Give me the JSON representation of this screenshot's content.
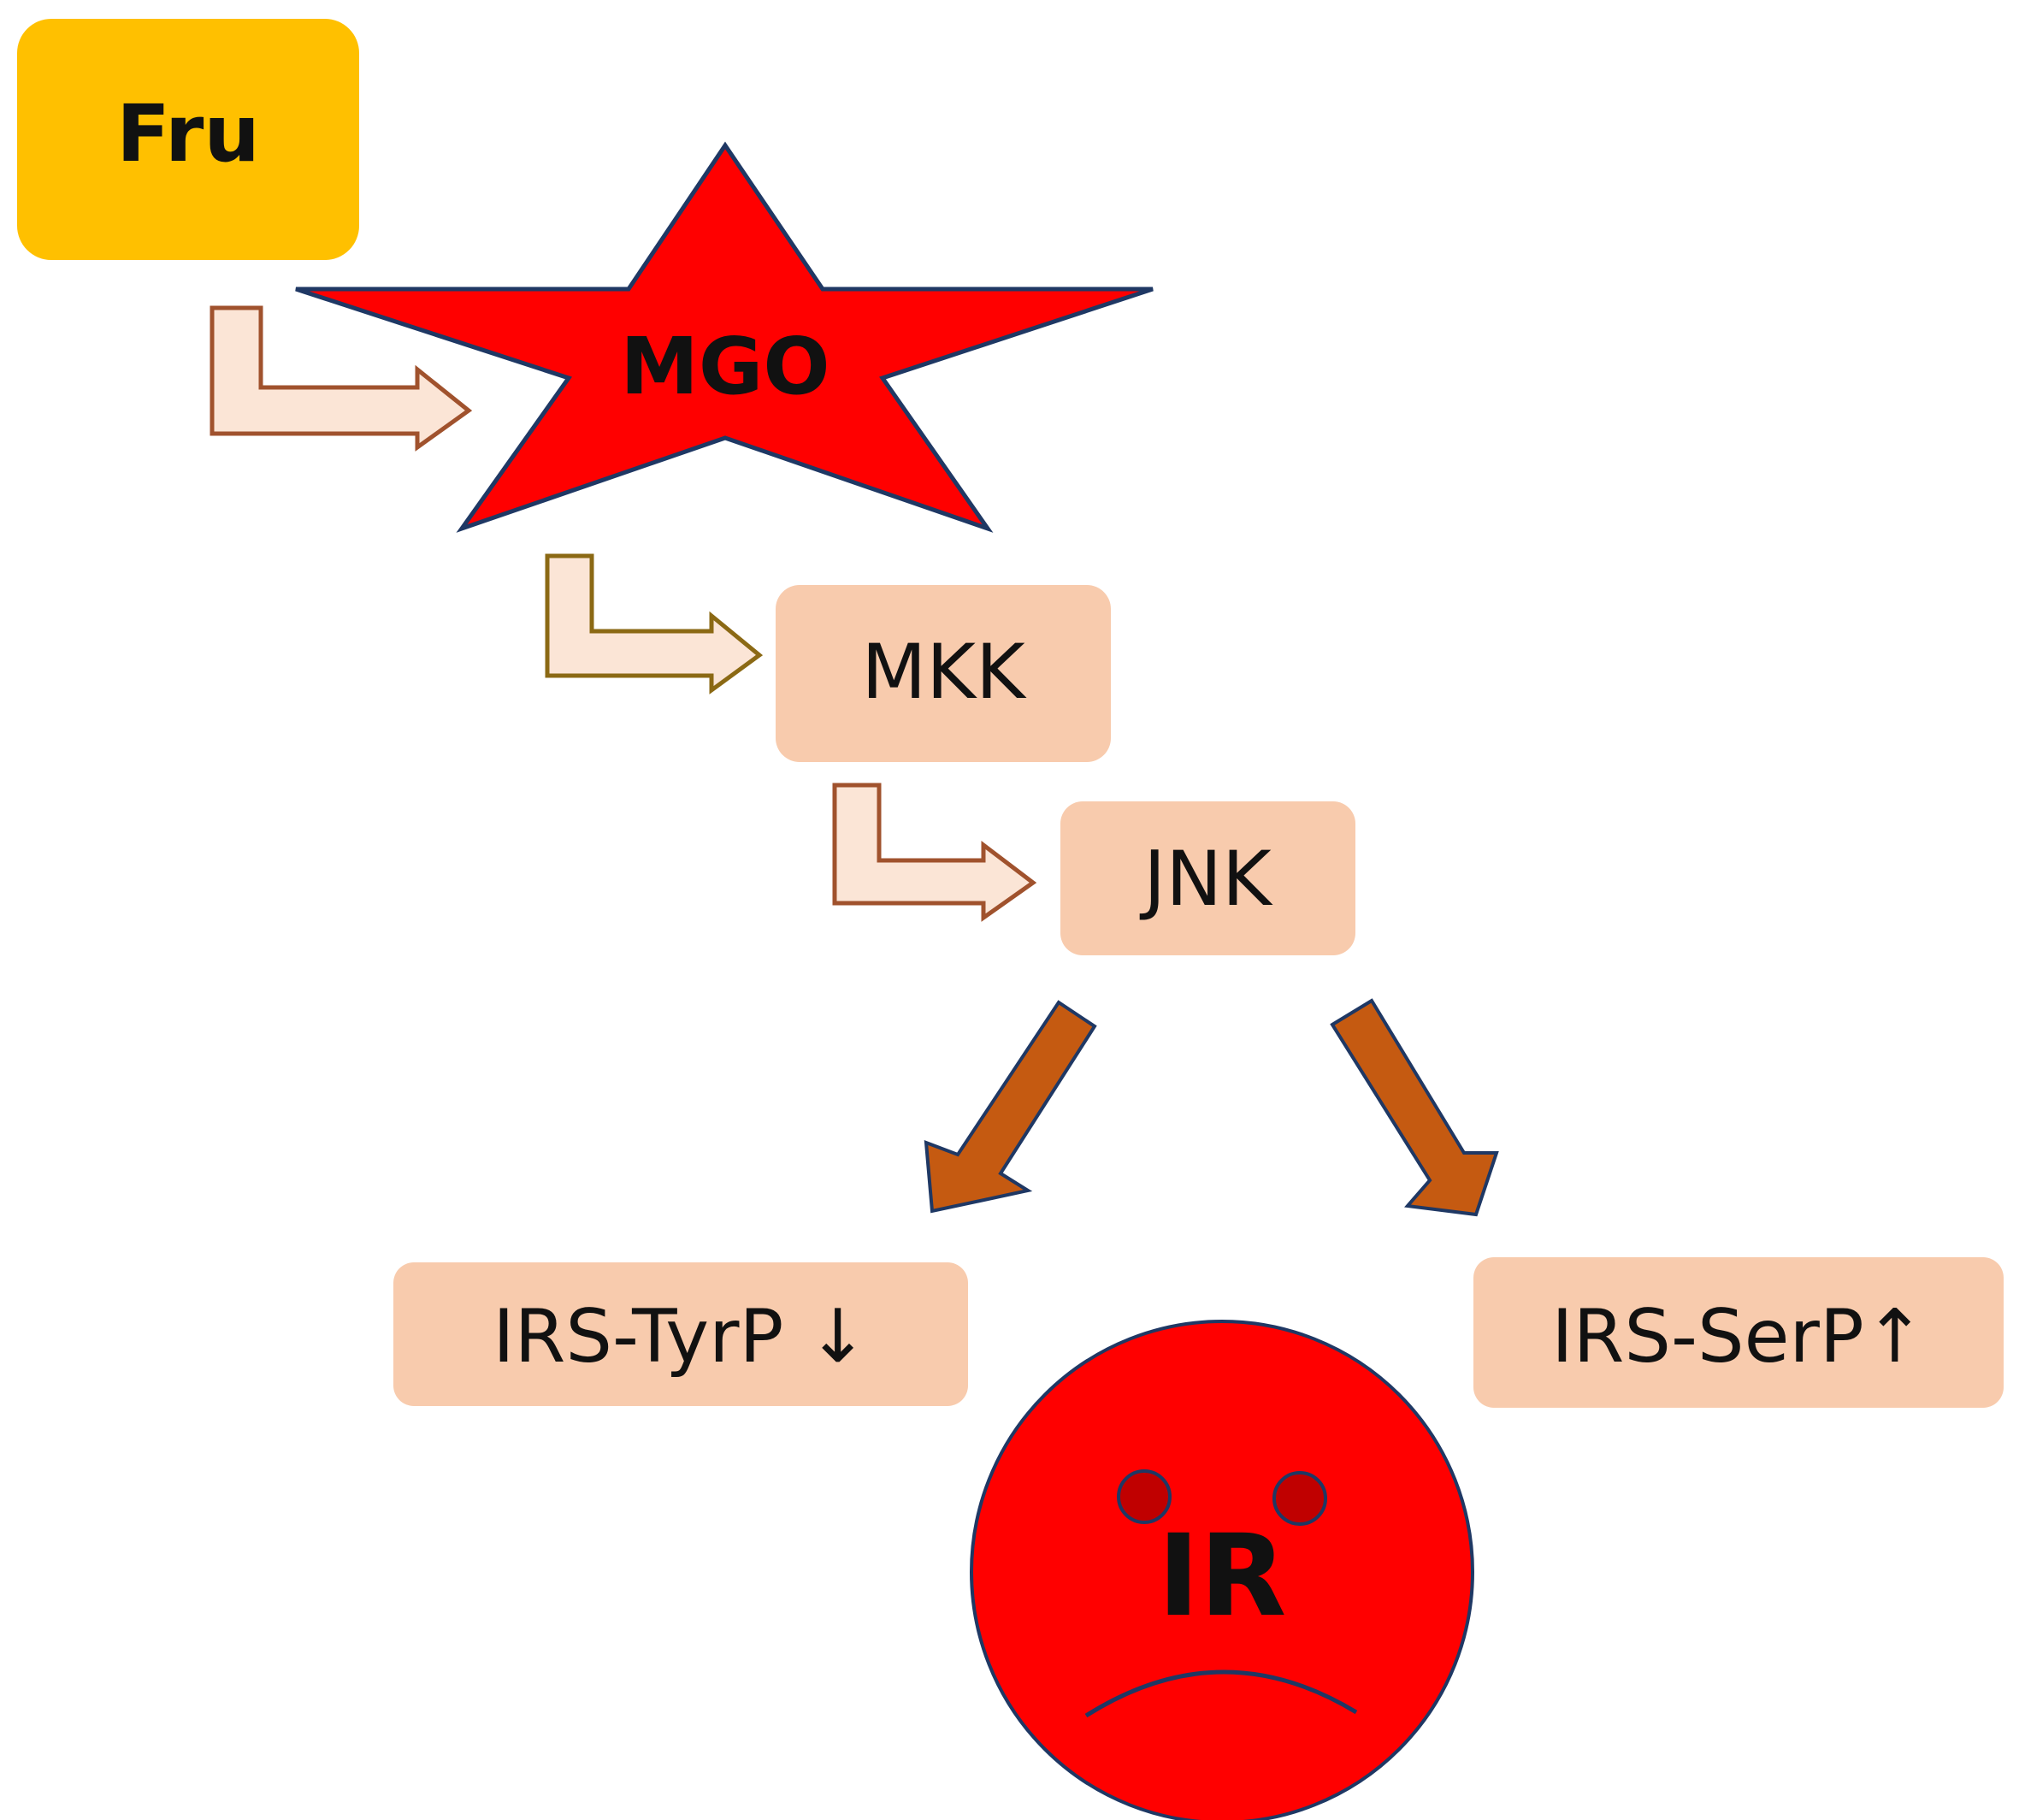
{
  "diagram": {
    "nodes": {
      "fru": {
        "label": "Fru"
      },
      "mgo": {
        "label": "MGO"
      },
      "mkk": {
        "label": "MKK"
      },
      "jnk": {
        "label": "JNK"
      },
      "irs_tyrp": {
        "label": "IRS-TyrP ↓"
      },
      "irs_serp": {
        "label": "IRS-SerP↑"
      },
      "ir": {
        "label": "IR"
      }
    },
    "edges": [
      {
        "from": "fru",
        "to": "mgo",
        "style": "bent-arrow"
      },
      {
        "from": "mgo",
        "to": "mkk",
        "style": "bent-arrow"
      },
      {
        "from": "mkk",
        "to": "jnk",
        "style": "bent-arrow"
      },
      {
        "from": "jnk",
        "to": "irs_tyrp",
        "style": "block-arrow"
      },
      {
        "from": "jnk",
        "to": "irs_serp",
        "style": "block-arrow"
      }
    ],
    "colors": {
      "fru_fill": "#FFC000",
      "mgo_fill": "#FF0000",
      "box_fill": "#F8CBAD",
      "bent_arrow_fill": "#FBE5D6",
      "bent_arrow_stroke": "#A0522D",
      "block_arrow_fill": "#C55A11",
      "block_arrow_stroke": "#1F3864",
      "ir_fill": "#FF0000",
      "ir_stroke": "#1F3864",
      "eye_fill": "#C00000"
    }
  }
}
